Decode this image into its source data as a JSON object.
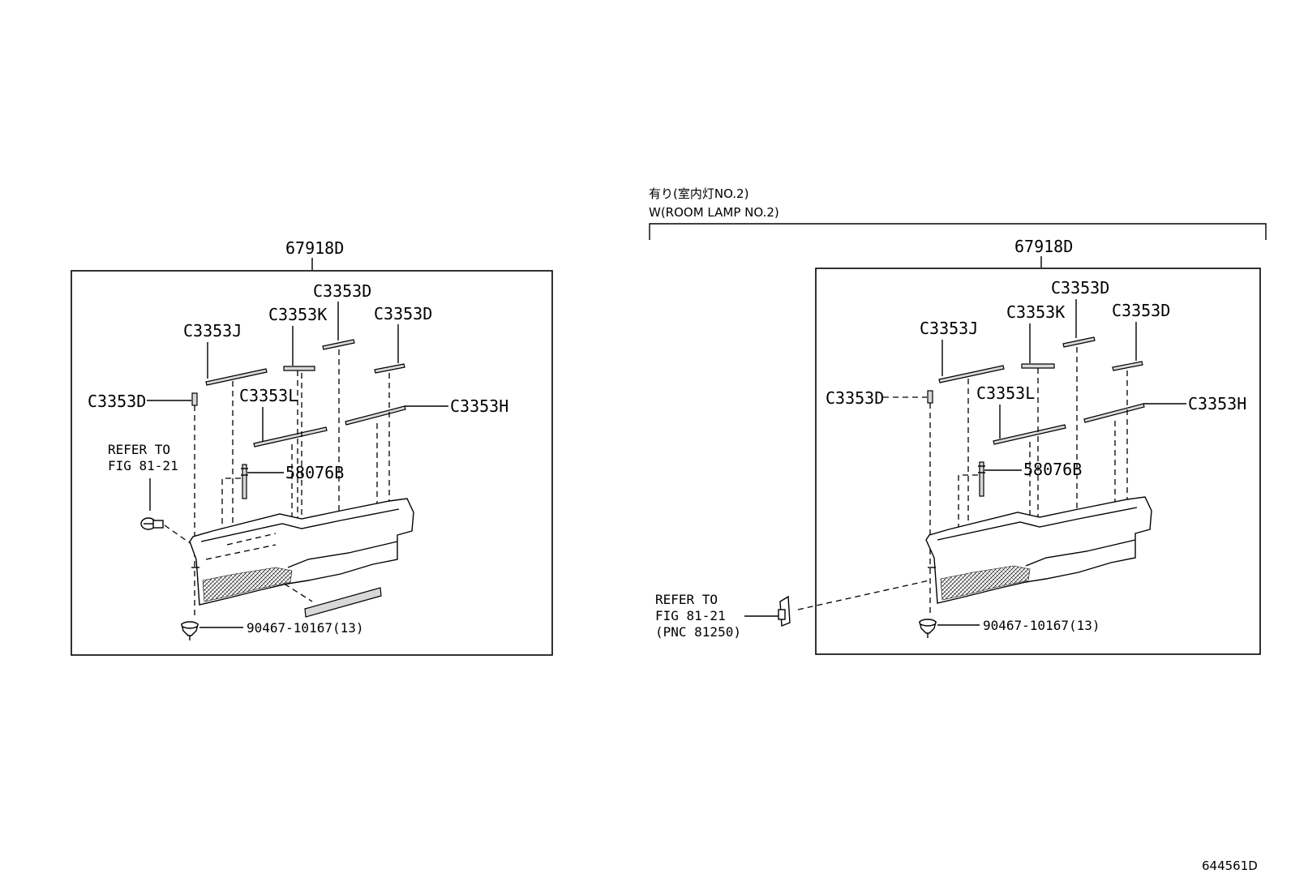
{
  "header": {
    "condition_jp": "有り(室内灯NO.2)",
    "condition_en": "W(ROOM LAMP NO.2)"
  },
  "left_panel": {
    "assembly": "67918D",
    "labels": {
      "c3353j": "C3353J",
      "c3353k": "C3353K",
      "c3353d_top": "C3353D",
      "c3353d_right": "C3353D",
      "c3353d_left": "C3353D",
      "c3353l": "C3353L",
      "c3353h": "C3353H",
      "p58076b": "58076B",
      "clip": "90467-10167(13)"
    },
    "refer": {
      "line1": "REFER TO",
      "line2": "FIG 81-21"
    }
  },
  "right_panel": {
    "assembly": "67918D",
    "labels": {
      "c3353j": "C3353J",
      "c3353k": "C3353K",
      "c3353d_top": "C3353D",
      "c3353d_right": "C3353D",
      "c3353d_left": "C3353D",
      "c3353l": "C3353L",
      "c3353h": "C3353H",
      "p58076b": "58076B",
      "clip": "90467-10167(13)"
    },
    "refer": {
      "line1": "REFER TO",
      "line2": "FIG 81-21",
      "line3": "(PNC 81250)"
    }
  },
  "figure_id": "644561D",
  "icons": [
    "push-clip-icon",
    "bolt-icon",
    "lamp-connector-icon"
  ]
}
